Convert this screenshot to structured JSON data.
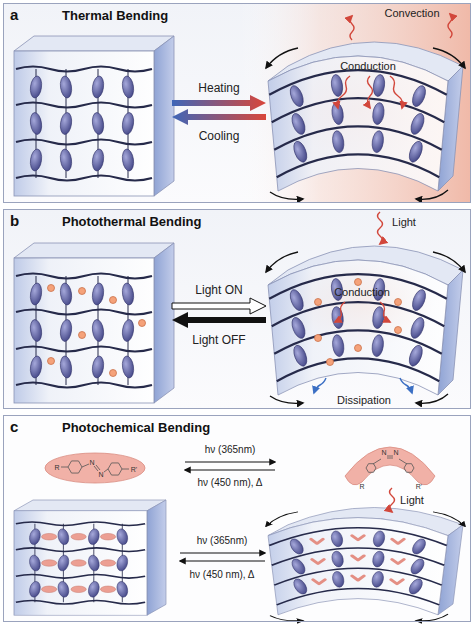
{
  "diagram": {
    "nodes": [
      {
        "text": [
          "a",
          "Thermal Bending"
        ]
      },
      {
        "text": [
          "b",
          "Photothermal Bending"
        ]
      },
      {
        "text": [
          "c",
          "Photochemical Bending"
        ]
      }
    ],
    "labels": [
      "Heating",
      "Cooling",
      "Convection",
      "Conduction",
      "Light ON",
      "Light OFF",
      "Light",
      "Conduction",
      "Dissipation",
      "hν (365nm)",
      "hν (450 nm), Δ",
      "hν (365nm)",
      "hν (450 nm), Δ",
      "Light",
      "R",
      "N",
      "N",
      "R'",
      "N",
      "N",
      "R",
      "R'"
    ]
  }
}
